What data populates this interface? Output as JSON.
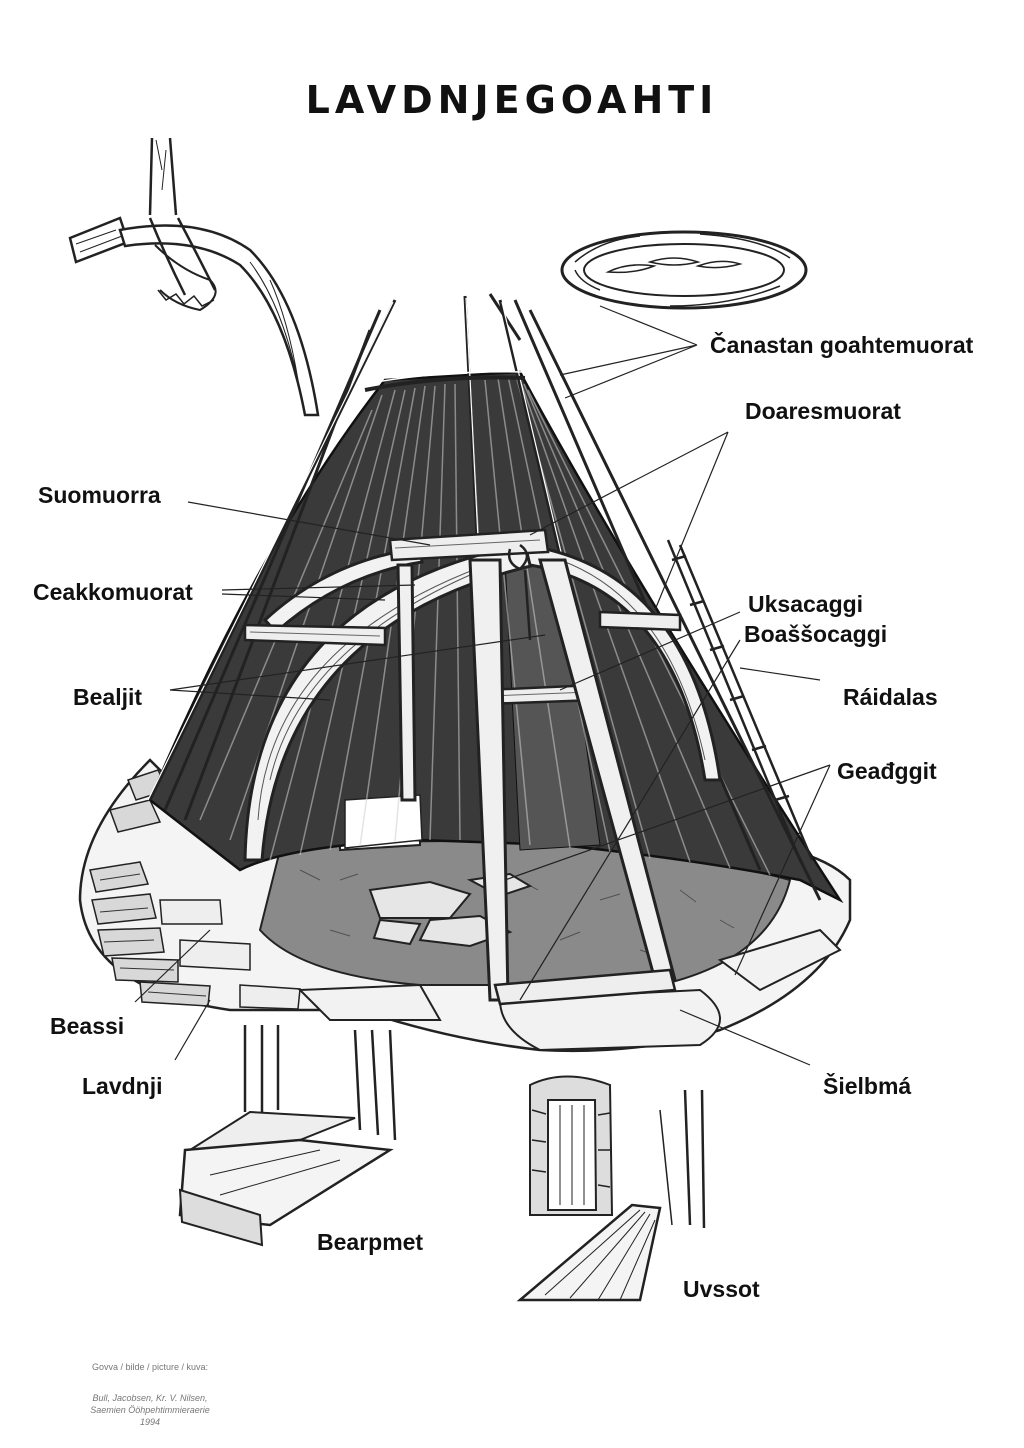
{
  "title": "LAVDNJEGOAHTI",
  "labels": {
    "canastan": "Čanastan goahtemuorat",
    "doaresmuorat": "Doaresmuorat",
    "suomuorra": "Suomuorra",
    "ceakkomuorat": "Ceakkomuorat",
    "uksacaggi": "Uksacaggi",
    "boassocaggi": "Boaššocaggi",
    "bealjit": "Bealjit",
    "raidalas": "Ráidalas",
    "geadggit": "Geađggit",
    "beassi": "Beassi",
    "lavdnji": "Lavdnji",
    "sielbma": "Šielbmá",
    "bearpmet": "Bearpmet",
    "uvssot": "Uvssot"
  },
  "credit": {
    "heading": "Govva / bilde / picture / kuva:",
    "line1": "Bull, Jacobsen, Kr. V. Nilsen,",
    "line2": "Saemien Ööhpehtimmieraerie",
    "line3": "1994"
  },
  "colors": {
    "ink": "#111111",
    "wood": "#2a2a2a",
    "turf": "#555555",
    "credit": "#777777"
  }
}
